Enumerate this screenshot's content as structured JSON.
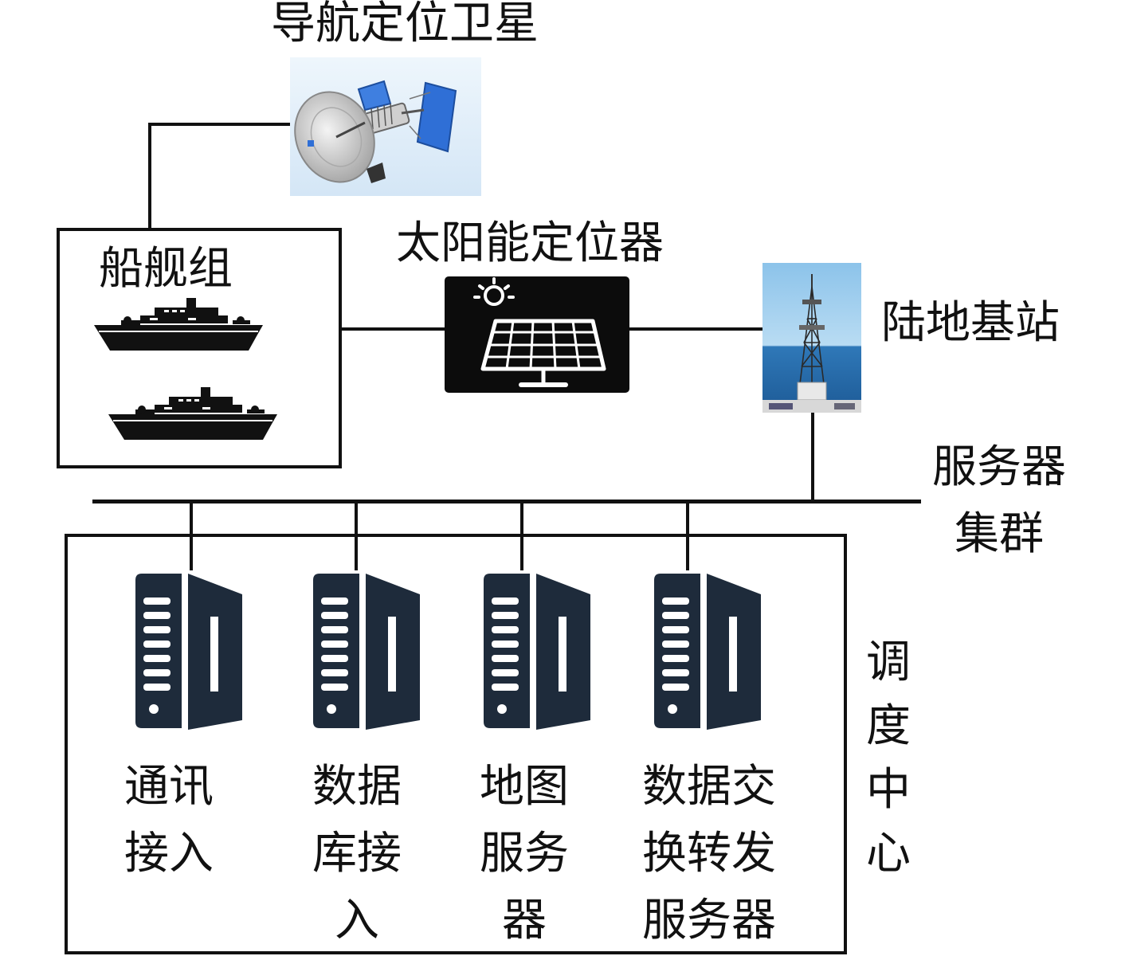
{
  "nodes": {
    "satellite": "导航定位卫星",
    "ship_group": "船舰组",
    "solar_locator": "太阳能定位器",
    "land_base_station": "陆地基站",
    "server_cluster": [
      "服务器",
      "集群"
    ],
    "dispatch_center": [
      "调",
      "度",
      "中",
      "心"
    ]
  },
  "servers": [
    {
      "label_lines": [
        "通讯",
        "接入"
      ]
    },
    {
      "label_lines": [
        "数据",
        "库接",
        "入"
      ]
    },
    {
      "label_lines": [
        "地图",
        "服务",
        "器"
      ]
    },
    {
      "label_lines": [
        "数据交",
        "换转发",
        "服务器"
      ]
    }
  ],
  "icons": {
    "satellite": "satellite-icon",
    "ship": "ship-icon",
    "solar_panel": "solar-panel-icon",
    "tower": "tower-icon",
    "server": "server-icon"
  },
  "colors": {
    "ink": "#111111",
    "server": "#1e2b3b",
    "sky_light": "#dfeefa",
    "sea": "#2f78b8"
  }
}
